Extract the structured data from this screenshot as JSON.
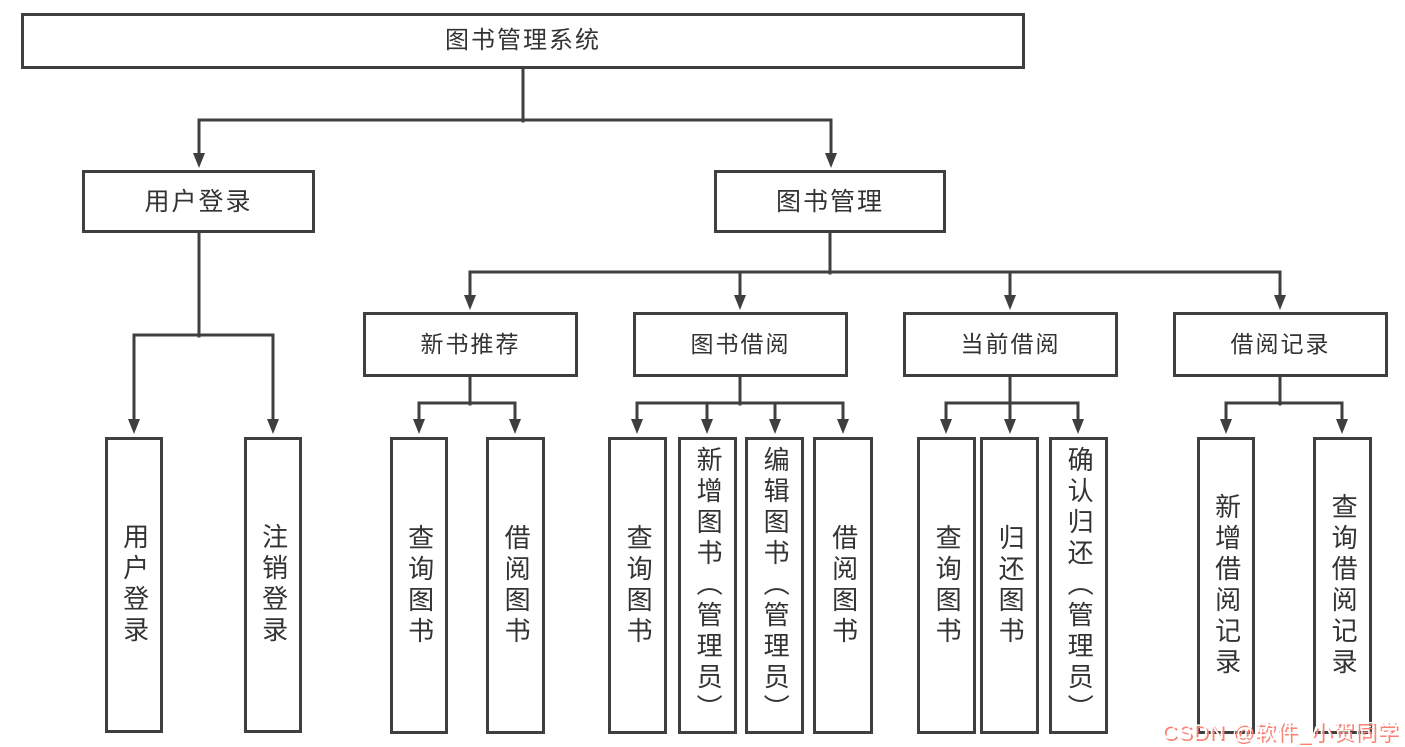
{
  "tree": {
    "label": "图书管理系统",
    "children": [
      {
        "label": "用户登录",
        "children": [
          {
            "label": "用户登录"
          },
          {
            "label": "注销登录"
          }
        ]
      },
      {
        "label": "图书管理",
        "children": [
          {
            "label": "新书推荐",
            "children": [
              {
                "label": "查询图书"
              },
              {
                "label": "借阅图书"
              }
            ]
          },
          {
            "label": "图书借阅",
            "children": [
              {
                "label": "查询图书"
              },
              {
                "label": "新增图书（管理员）"
              },
              {
                "label": "编辑图书（管理员）"
              },
              {
                "label": "借阅图书"
              }
            ]
          },
          {
            "label": "当前借阅",
            "children": [
              {
                "label": "查询图书"
              },
              {
                "label": "归还图书"
              },
              {
                "label": "确认归还（管理员）"
              }
            ]
          },
          {
            "label": "借阅记录",
            "children": [
              {
                "label": "新增借阅记录"
              },
              {
                "label": "查询借阅记录"
              }
            ]
          }
        ]
      }
    ]
  },
  "watermark": {
    "text": "CSDN @软件_小贺同学"
  },
  "colors": {
    "line": "#3f3f3f",
    "text": "#333333",
    "background": "#ffffff",
    "watermark_text": "#ffffff",
    "watermark_shadow": "#f98273"
  }
}
